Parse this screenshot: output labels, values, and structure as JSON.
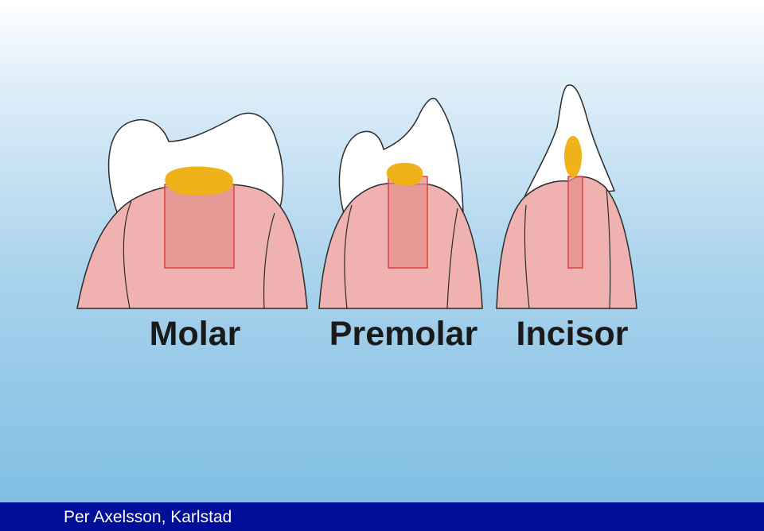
{
  "teeth": [
    {
      "id": "molar",
      "label": "Molar"
    },
    {
      "id": "premolar",
      "label": "Premolar"
    },
    {
      "id": "incisor",
      "label": "Incisor"
    }
  ],
  "footer": {
    "credit": "Per Axelsson, Karlstad"
  },
  "colors": {
    "enamel": "#ffffff",
    "gingiva": "#efb2b0",
    "gingiva_stroke": "#2b2b2b",
    "restoration_zone": "#e4908e",
    "restoration_outline": "#e0403a",
    "lesion": "#f0b21a",
    "footer_bar": "#000f99"
  }
}
